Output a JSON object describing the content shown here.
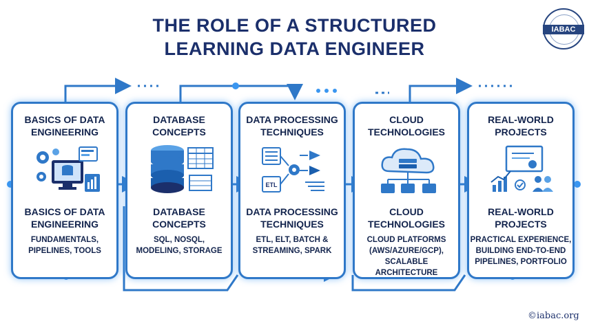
{
  "title": {
    "line1": "THE ROLE OF A STRUCTURED",
    "line2": "LEARNING DATA ENGINEER"
  },
  "logo": {
    "text": "IABAC"
  },
  "cards": [
    {
      "top1": "BASICS OF DATA",
      "top2": "ENGINEERING",
      "mid1": "BASICS OF DATA",
      "mid2": "ENGINEERING",
      "desc1": "FUNDAMENTALS,",
      "desc2": "PIPELINES, TOOLS",
      "desc3": ""
    },
    {
      "top1": "DATABASE",
      "top2": "CONCEPTS",
      "mid1": "DATABASE",
      "mid2": "CONCEPTS",
      "desc1": "SQL, NOSQL,",
      "desc2": "MODELING, STORAGE",
      "desc3": ""
    },
    {
      "top1": "DATA PROCESSING",
      "top2": "TECHNIQUES",
      "mid1": "DATA PROCESSING",
      "mid2": "TECHNIQUES",
      "desc1": "ETL, ELT, BATCH &",
      "desc2": "STREAMING, SPARK",
      "desc3": ""
    },
    {
      "top1": "CLOUD",
      "top2": "TECHNOLOGIES",
      "mid1": "CLOUD",
      "mid2": "TECHNOLOGIES",
      "desc1": "CLOUD PLATFORMS",
      "desc2": "(AWS/AZURE/GCP),",
      "desc3": "SCALABLE ARCHITECTURE"
    },
    {
      "top1": "REAL-WORLD",
      "top2": "PROJECTS",
      "mid1": "REAL-WORLD",
      "mid2": "PROJECTS",
      "desc1": "PRACTICAL EXPERIENCE,",
      "desc2": "BUILDING END-TO-END",
      "desc3": "PIPELINES, PORTFOLIO"
    }
  ],
  "icon_labels": {
    "etl": "ETL"
  },
  "footer": {
    "text": "iabac.org"
  },
  "colors": {
    "navy": "#13244d",
    "blue": "#2f78c8",
    "glow": "#3a96f0"
  }
}
